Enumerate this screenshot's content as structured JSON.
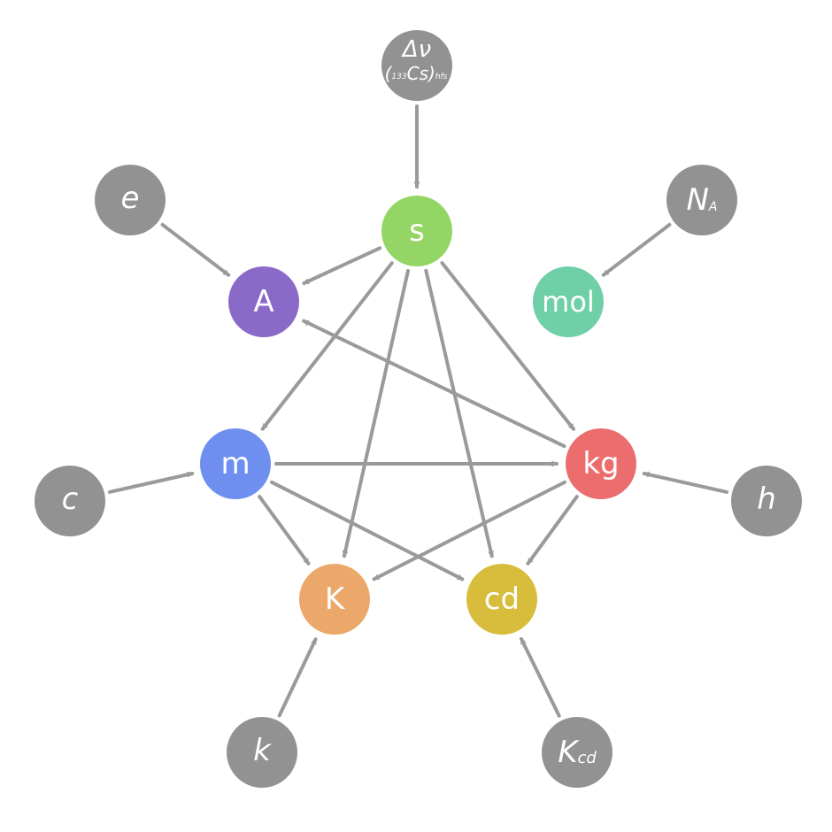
{
  "colors": {
    "constant": "#929292",
    "s": "#94d665",
    "A": "#8a6ac8",
    "mol": "#6fd0a7",
    "m": "#6e8ff0",
    "kg": "#eb6d6d",
    "K": "#eca86a",
    "cd": "#d8bd3c",
    "edge": "#9a9a9a"
  },
  "units": {
    "s": "s",
    "A": "A",
    "mol": "mol",
    "m": "m",
    "kg": "kg",
    "K": "K",
    "cd": "cd"
  },
  "constants": {
    "dnu": {
      "main": "Δν",
      "sub_pre": "133",
      "mid": "Cs",
      "sub_post": "hfs",
      "open": "(",
      "close": ")"
    },
    "e": "e",
    "NA": {
      "main": "N",
      "sub": "A"
    },
    "c": "c",
    "h": "h",
    "k": "k",
    "Kcd": {
      "main": "K",
      "sub": "cd"
    }
  },
  "edges": [
    [
      "dnu",
      "s"
    ],
    [
      "e",
      "A"
    ],
    [
      "NA",
      "mol"
    ],
    [
      "c",
      "m"
    ],
    [
      "h",
      "kg"
    ],
    [
      "k",
      "K"
    ],
    [
      "Kcd",
      "cd"
    ],
    [
      "s",
      "A"
    ],
    [
      "s",
      "m"
    ],
    [
      "s",
      "K"
    ],
    [
      "s",
      "cd"
    ],
    [
      "s",
      "kg"
    ],
    [
      "kg",
      "A"
    ],
    [
      "m",
      "kg"
    ],
    [
      "m",
      "K"
    ],
    [
      "m",
      "cd"
    ],
    [
      "kg",
      "K"
    ],
    [
      "kg",
      "cd"
    ]
  ]
}
